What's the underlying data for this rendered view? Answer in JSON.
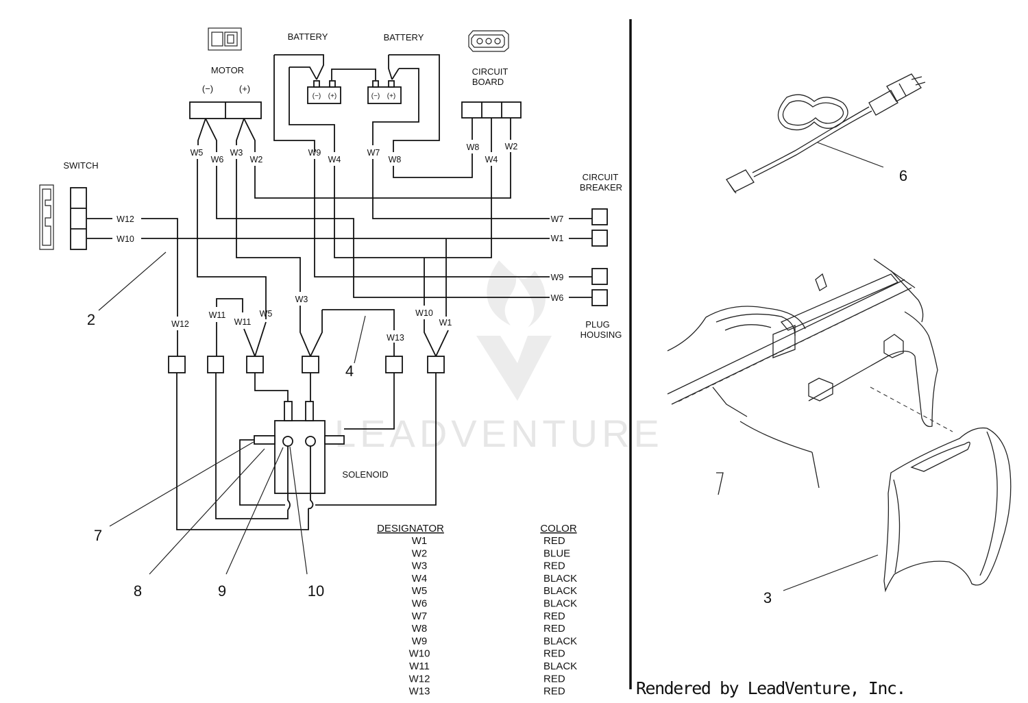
{
  "components": {
    "motor": "MOTOR",
    "motor_neg": "(−)",
    "motor_pos": "(+)",
    "battery_left": "BATTERY",
    "battery_right": "BATTERY",
    "batt_neg": "(−)",
    "batt_pos": "(+)",
    "circuit_board_1": "CIRCUIT",
    "circuit_board_2": "BOARD",
    "switch": "SWITCH",
    "breaker_1": "CIRCUIT",
    "breaker_2": "BREAKER",
    "plug_1": "PLUG",
    "plug_2": "HOUSING",
    "solenoid": "SOLENOID"
  },
  "wires": {
    "W1": "W1",
    "W2": "W2",
    "W3": "W3",
    "W4": "W4",
    "W5": "W5",
    "W6": "W6",
    "W7": "W7",
    "W8": "W8",
    "W9": "W9",
    "W10": "W10",
    "W11": "W11",
    "W12": "W12",
    "W13": "W13"
  },
  "callouts": {
    "c2": "2",
    "c3": "3",
    "c4": "4",
    "c6": "6",
    "c7": "7",
    "c8": "8",
    "c9": "9",
    "c10": "10"
  },
  "legend": {
    "designator_header": "DESIGNATOR",
    "color_header": "COLOR",
    "rows": [
      {
        "designator": "W1",
        "color": "RED"
      },
      {
        "designator": "W2",
        "color": "BLUE"
      },
      {
        "designator": "W3",
        "color": "RED"
      },
      {
        "designator": "W4",
        "color": "BLACK"
      },
      {
        "designator": "W5",
        "color": "BLACK"
      },
      {
        "designator": "W6",
        "color": "BLACK"
      },
      {
        "designator": "W7",
        "color": "RED"
      },
      {
        "designator": "W8",
        "color": "RED"
      },
      {
        "designator": "W9",
        "color": "BLACK"
      },
      {
        "designator": "W10",
        "color": "RED"
      },
      {
        "designator": "W11",
        "color": "BLACK"
      },
      {
        "designator": "W12",
        "color": "RED"
      },
      {
        "designator": "W13",
        "color": "RED"
      }
    ]
  },
  "watermark": "LEADVENTURE",
  "credit": "Rendered by LeadVenture, Inc."
}
